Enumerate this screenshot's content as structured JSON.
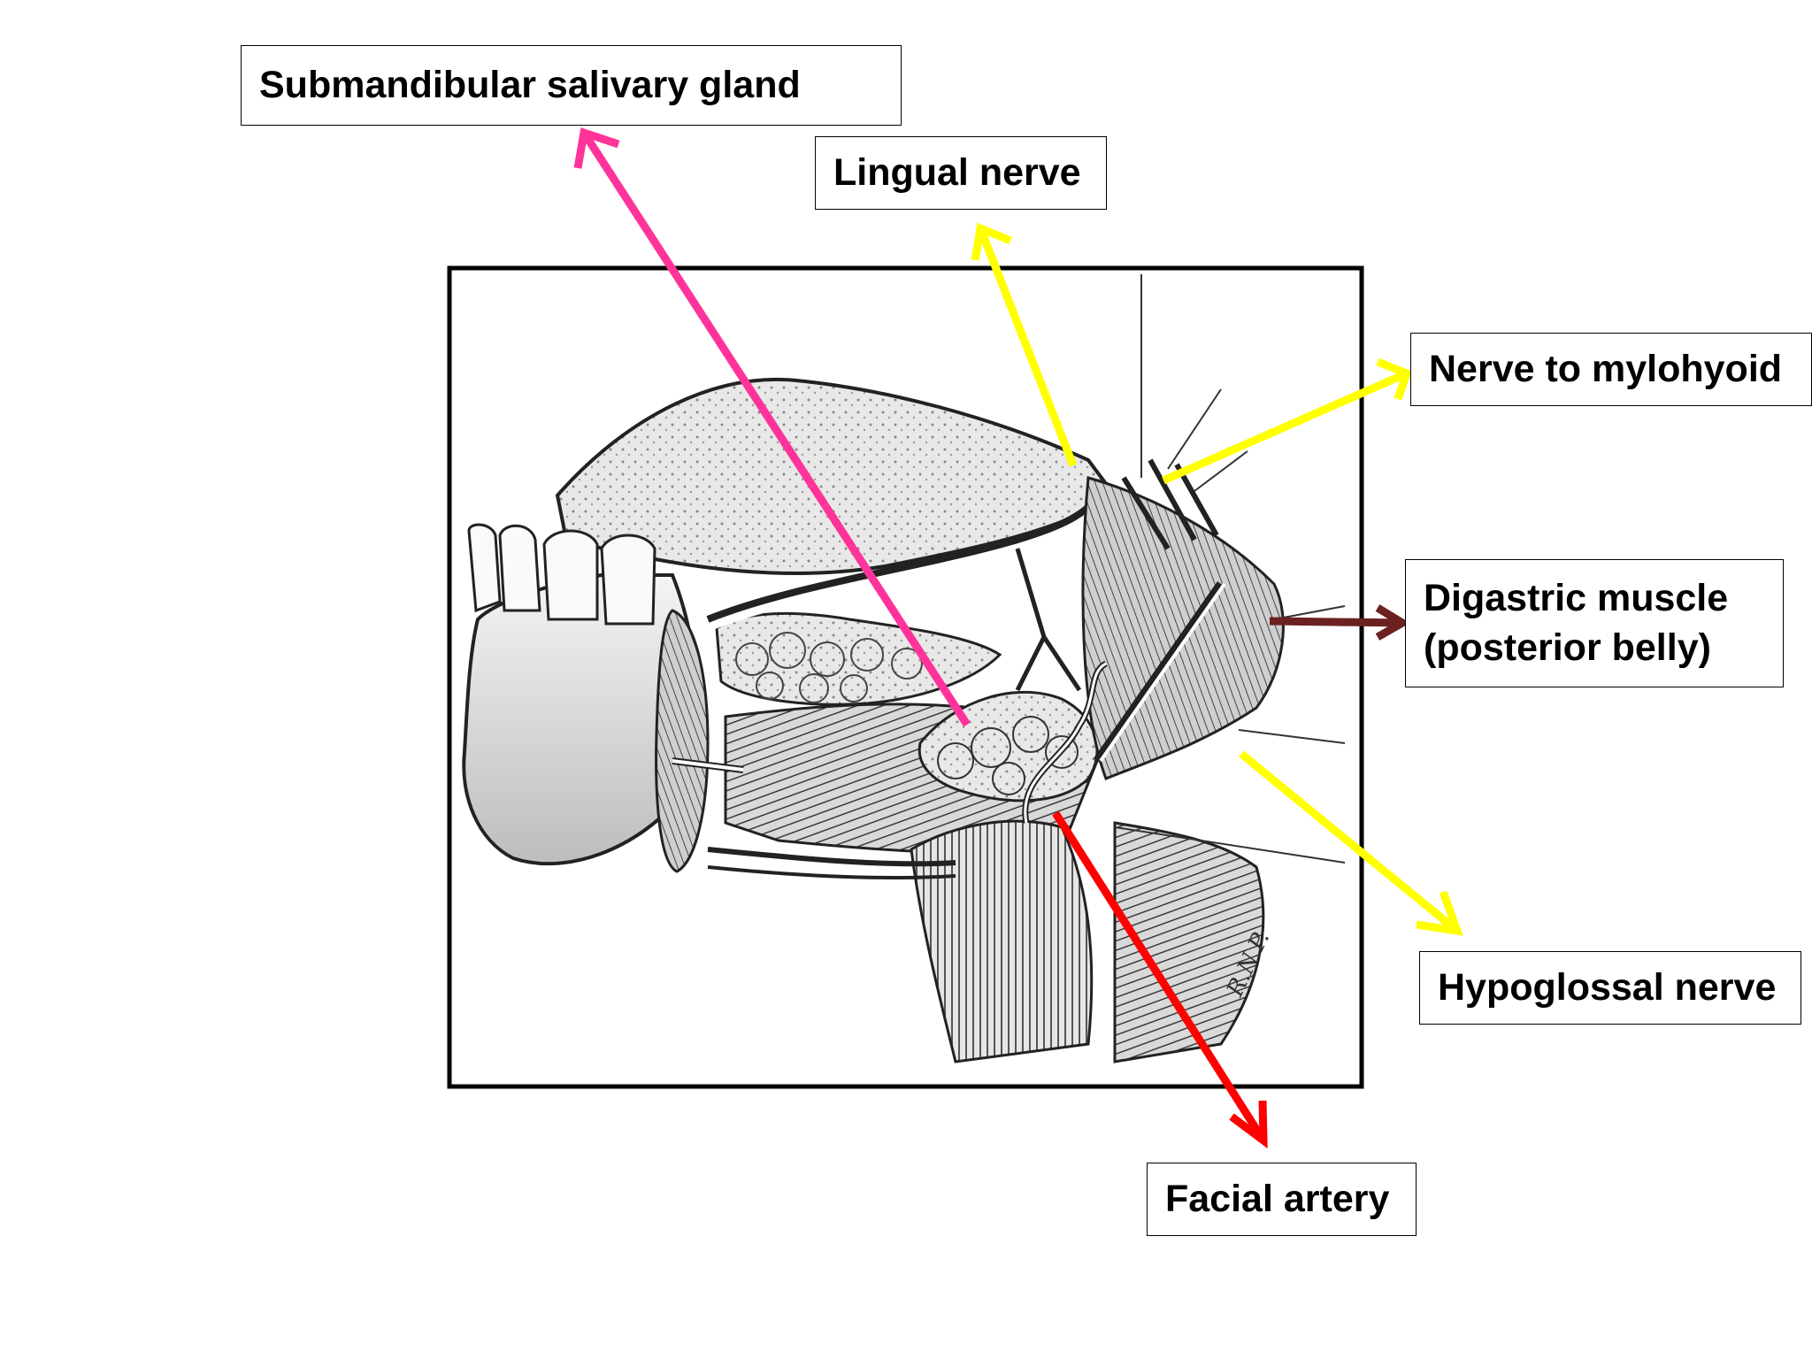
{
  "labels": {
    "submandibular_gland": "Submandibular salivary gland",
    "lingual_nerve": "Lingual nerve",
    "nerve_to_mylohyoid": "Nerve to mylohyoid",
    "digastric_line1": "Digastric muscle",
    "digastric_line2": "(posterior belly)",
    "hypoglossal_nerve": "Hypoglossal nerve",
    "facial_artery": "Facial artery"
  },
  "signature": "R.N.P.",
  "colors": {
    "submandibular_gland": "#ff3399",
    "lingual_nerve": "#ffff00",
    "nerve_to_mylohyoid": "#ffff00",
    "digastric_muscle": "#6b2121",
    "hypoglossal_nerve": "#ffff00",
    "facial_artery": "#ff0000"
  }
}
